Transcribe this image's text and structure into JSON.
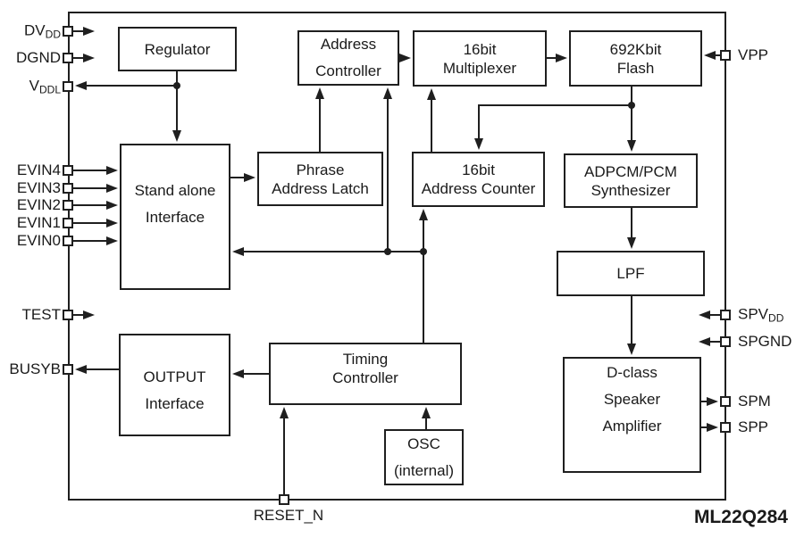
{
  "chip_label": "ML22Q284",
  "blocks": {
    "regulator": {
      "lines": [
        "Regulator"
      ]
    },
    "address_controller": {
      "lines": [
        "Address",
        "Controller"
      ]
    },
    "multiplexer_16bit": {
      "lines": [
        "16bit",
        "Multiplexer"
      ]
    },
    "flash_692kbit": {
      "lines": [
        "692Kbit",
        "Flash"
      ]
    },
    "stand_alone_interface": {
      "lines": [
        "Stand alone",
        "Interface"
      ]
    },
    "phrase_address_latch": {
      "lines": [
        "Phrase",
        "Address Latch"
      ]
    },
    "address_counter_16bit": {
      "lines": [
        "16bit",
        "Address Counter"
      ]
    },
    "adpcm_pcm_synthesizer": {
      "lines": [
        "ADPCM/PCM",
        "Synthesizer"
      ]
    },
    "lpf": {
      "lines": [
        "LPF"
      ]
    },
    "output_interface": {
      "lines": [
        "OUTPUT",
        "Interface"
      ]
    },
    "timing_controller": {
      "lines": [
        "Timing",
        "Controller"
      ]
    },
    "osc_internal": {
      "lines": [
        "OSC",
        "(internal)"
      ]
    },
    "dclass_speaker_amplifier": {
      "lines": [
        "D-class",
        "Speaker",
        "Amplifier"
      ]
    }
  },
  "pins": {
    "dvdd": {
      "main": "DV",
      "sub": "DD"
    },
    "dgnd": {
      "main": "DGND",
      "sub": ""
    },
    "vddl": {
      "main": "V",
      "sub": "DDL"
    },
    "evin4": {
      "main": "EVIN4",
      "sub": ""
    },
    "evin3": {
      "main": "EVIN3",
      "sub": ""
    },
    "evin2": {
      "main": "EVIN2",
      "sub": ""
    },
    "evin1": {
      "main": "EVIN1",
      "sub": ""
    },
    "evin0": {
      "main": "EVIN0",
      "sub": ""
    },
    "test": {
      "main": "TEST",
      "sub": ""
    },
    "busyb": {
      "main": "BUSYB",
      "sub": ""
    },
    "vpp": {
      "main": "VPP",
      "sub": ""
    },
    "spvdd": {
      "main": "SPV",
      "sub": "DD"
    },
    "spgnd": {
      "main": "SPGND",
      "sub": ""
    },
    "spm": {
      "main": "SPM",
      "sub": ""
    },
    "spp": {
      "main": "SPP",
      "sub": ""
    },
    "reset_n": {
      "main": "RESET_N",
      "sub": ""
    }
  },
  "colors": {
    "line": "#1f1f1f",
    "background": "#ffffff",
    "text": "#1a1a1a"
  }
}
